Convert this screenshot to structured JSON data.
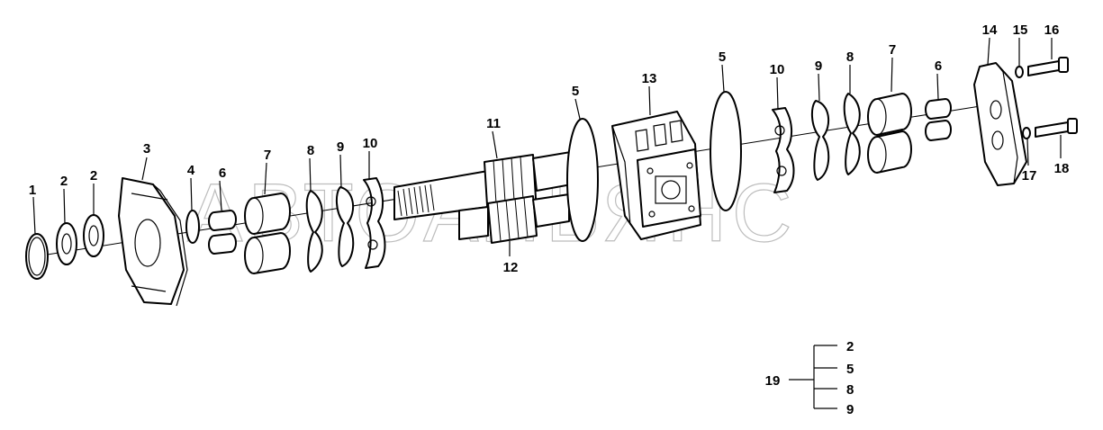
{
  "watermark": "АВТОАЛЬЯНС",
  "callouts": {
    "c1": "1",
    "c2a": "2",
    "c2b": "2",
    "c3": "3",
    "c4": "4",
    "c6a": "6",
    "c7a": "7",
    "c8a": "8",
    "c9a": "9",
    "c10a": "10",
    "c11": "11",
    "c12": "12",
    "c5a": "5",
    "c13": "13",
    "c5b": "5",
    "c10b": "10",
    "c9b": "9",
    "c8b": "8",
    "c7b": "7",
    "c6b": "6",
    "c14": "14",
    "c15": "15",
    "c16": "16",
    "c17": "17",
    "c18": "18"
  },
  "kit": {
    "label": "19",
    "items": [
      "2",
      "5",
      "8",
      "9"
    ]
  }
}
